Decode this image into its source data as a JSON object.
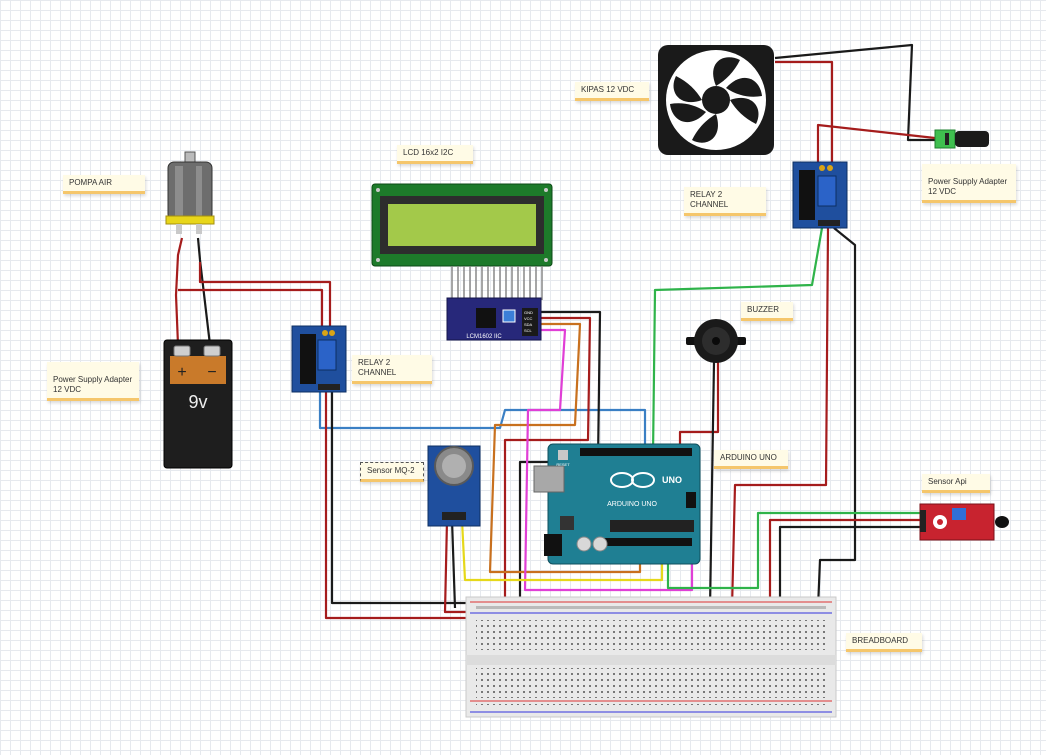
{
  "labels": {
    "pompa_air": "POMPA AIR",
    "power_supply_left": "Power Supply Adapter\n12 VDC",
    "lcd": "LCD 16x2 I2C",
    "relay_left": "RELAY 2 CHANNEL",
    "kipas": "KIPAS 12 VDC",
    "power_supply_right": "Power Supply Adapter\n12 VDC",
    "relay_right": "RELAY 2 CHANNEL",
    "buzzer": "BUZZER",
    "arduino": "ARDUINO UNO",
    "sensor_mq2": "Sensor MQ-2",
    "sensor_api": "Sensor Api",
    "breadboard": "BREADBOARD"
  },
  "component_text": {
    "battery_voltage": "9v",
    "battery_plus": "+",
    "battery_minus": "−",
    "i2c_module": "LCM1602 IIC",
    "arduino_board": "ARDUINO UNO",
    "uno_logo": "UNO",
    "arduino_reset": "RESET",
    "i2c_pins": [
      "GND",
      "VCC",
      "SDA",
      "SCL"
    ]
  },
  "colors": {
    "wire_red": "#a51c1c",
    "wire_black": "#1a1a1a",
    "wire_blue": "#3a7fc4",
    "wire_green": "#2fb34a",
    "wire_orange": "#c8701e",
    "wire_magenta": "#e03fd6",
    "wire_yellow": "#e6d81a",
    "arduino_teal": "#1f7f93",
    "relay_blue": "#1f4f9e",
    "lcd_green": "#1d7a2a",
    "lcd_screen": "#a3c94a",
    "note_bg": "#fffbe6",
    "note_accent": "#f5c66b"
  }
}
